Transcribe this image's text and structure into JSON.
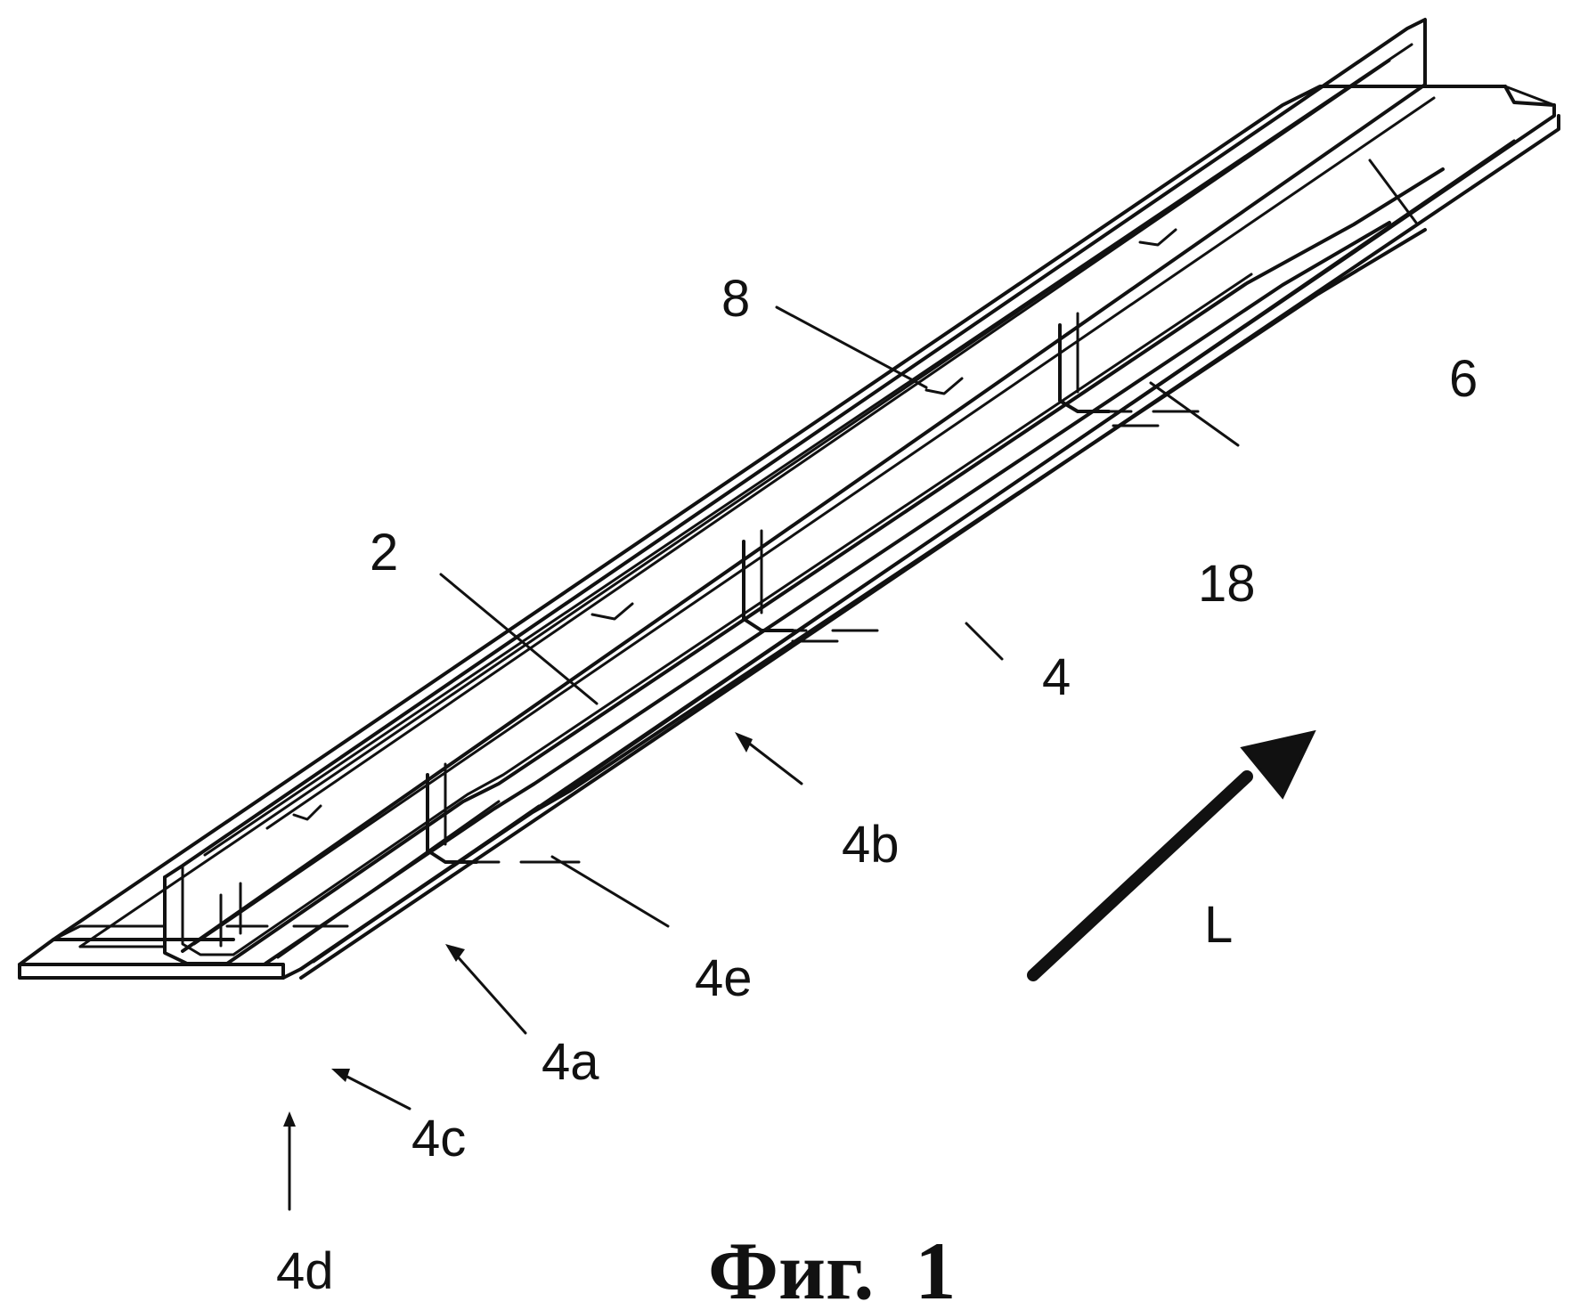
{
  "labels": {
    "l2": "2",
    "l4": "4",
    "l4a": "4a",
    "l4b": "4b",
    "l4c": "4c",
    "l4d": "4d",
    "l4e": "4e",
    "l6": "6",
    "l8": "8",
    "l18": "18",
    "lL": "L"
  },
  "caption": "Фиг.  1"
}
